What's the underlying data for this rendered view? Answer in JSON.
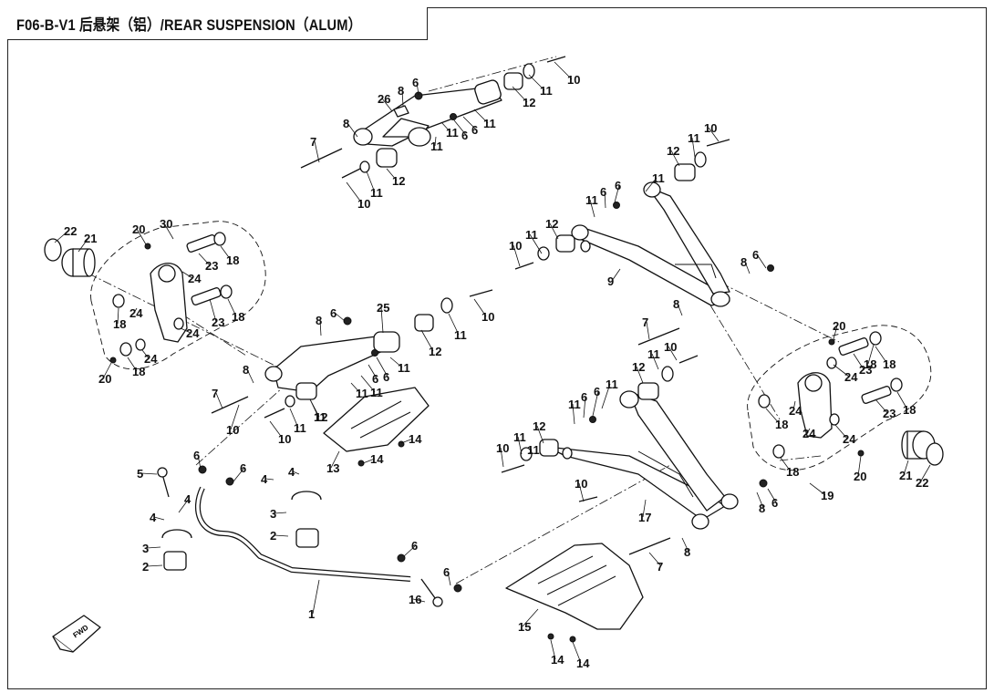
{
  "title": "F06-B-V1 后悬架（铝）/REAR SUSPENSION（ALUM）",
  "fwd_icon_label": "FWD",
  "icons": {
    "fwd": "forward-direction-arrow-icon"
  },
  "callouts": [
    {
      "id": "c-10a",
      "text": "10"
    },
    {
      "id": "c-11a",
      "text": "11"
    },
    {
      "id": "c-12a",
      "text": "12"
    },
    {
      "id": "c-6a",
      "text": "6"
    },
    {
      "id": "c-8a",
      "text": "8"
    },
    {
      "id": "c-26",
      "text": "26"
    },
    {
      "id": "c-8b",
      "text": "8"
    },
    {
      "id": "c-7a",
      "text": "7"
    },
    {
      "id": "c-11b",
      "text": "11"
    },
    {
      "id": "c-6b",
      "text": "6"
    },
    {
      "id": "c-11c",
      "text": "11"
    },
    {
      "id": "c-6c",
      "text": "6"
    },
    {
      "id": "c-11d",
      "text": "11"
    },
    {
      "id": "c-11e",
      "text": "11"
    },
    {
      "id": "c-12b",
      "text": "12"
    },
    {
      "id": "c-10b",
      "text": "10"
    },
    {
      "id": "c-10c",
      "text": "10"
    },
    {
      "id": "c-11f",
      "text": "11"
    },
    {
      "id": "c-12c",
      "text": "12"
    },
    {
      "id": "c-11g",
      "text": "11"
    },
    {
      "id": "c-6d",
      "text": "6"
    },
    {
      "id": "c-6e",
      "text": "6"
    },
    {
      "id": "c-11h",
      "text": "11"
    },
    {
      "id": "c-12d",
      "text": "12"
    },
    {
      "id": "c-11i",
      "text": "11"
    },
    {
      "id": "c-10d",
      "text": "10"
    },
    {
      "id": "c-9",
      "text": "9"
    },
    {
      "id": "c-8c",
      "text": "8"
    },
    {
      "id": "c-6f",
      "text": "6"
    },
    {
      "id": "c-22a",
      "text": "22"
    },
    {
      "id": "c-21a",
      "text": "21"
    },
    {
      "id": "c-20a",
      "text": "20"
    },
    {
      "id": "c-30",
      "text": "30"
    },
    {
      "id": "c-24a",
      "text": "24"
    },
    {
      "id": "c-23a",
      "text": "23"
    },
    {
      "id": "c-18a",
      "text": "18"
    },
    {
      "id": "c-18b",
      "text": "18"
    },
    {
      "id": "c-24b",
      "text": "24"
    },
    {
      "id": "c-23b",
      "text": "23"
    },
    {
      "id": "c-18c",
      "text": "18"
    },
    {
      "id": "c-24c",
      "text": "24"
    },
    {
      "id": "c-24d",
      "text": "24"
    },
    {
      "id": "c-20b",
      "text": "20"
    },
    {
      "id": "c-18d",
      "text": "18"
    },
    {
      "id": "c-25",
      "text": "25"
    },
    {
      "id": "c-6g",
      "text": "6"
    },
    {
      "id": "c-8d",
      "text": "8"
    },
    {
      "id": "c-11j",
      "text": "11"
    },
    {
      "id": "c-10e",
      "text": "10"
    },
    {
      "id": "c-12e",
      "text": "12"
    },
    {
      "id": "c-11k",
      "text": "11"
    },
    {
      "id": "c-11l",
      "text": "11"
    },
    {
      "id": "c-6h",
      "text": "6"
    },
    {
      "id": "c-6i",
      "text": "6"
    },
    {
      "id": "c-11m",
      "text": "11"
    },
    {
      "id": "c-8e",
      "text": "8"
    },
    {
      "id": "c-7b",
      "text": "7"
    },
    {
      "id": "c-10f",
      "text": "10"
    },
    {
      "id": "c-11n",
      "text": "11"
    },
    {
      "id": "c-10g",
      "text": "10"
    },
    {
      "id": "c-11o",
      "text": "11"
    },
    {
      "id": "c-12f",
      "text": "12"
    },
    {
      "id": "c-14a",
      "text": "14"
    },
    {
      "id": "c-13",
      "text": "13"
    },
    {
      "id": "c-14b",
      "text": "14"
    },
    {
      "id": "c-8f",
      "text": "8"
    },
    {
      "id": "c-7c",
      "text": "7"
    },
    {
      "id": "c-10h",
      "text": "10"
    },
    {
      "id": "c-11p",
      "text": "11"
    },
    {
      "id": "c-12g",
      "text": "12"
    },
    {
      "id": "c-11q",
      "text": "11"
    },
    {
      "id": "c-6j",
      "text": "6"
    },
    {
      "id": "c-6k",
      "text": "6"
    },
    {
      "id": "c-11r",
      "text": "11"
    },
    {
      "id": "c-11s",
      "text": "11"
    },
    {
      "id": "c-12h",
      "text": "12"
    },
    {
      "id": "c-10i",
      "text": "10"
    },
    {
      "id": "c-11t",
      "text": "11"
    },
    {
      "id": "c-20c",
      "text": "20"
    },
    {
      "id": "c-18e",
      "text": "18"
    },
    {
      "id": "c-24e",
      "text": "24"
    },
    {
      "id": "c-23c",
      "text": "23"
    },
    {
      "id": "c-18f",
      "text": "18"
    },
    {
      "id": "c-23d",
      "text": "23"
    },
    {
      "id": "c-18g",
      "text": "18"
    },
    {
      "id": "c-24f",
      "text": "24"
    },
    {
      "id": "c-18h",
      "text": "18"
    },
    {
      "id": "c-24g",
      "text": "24"
    },
    {
      "id": "c-24h",
      "text": "24"
    },
    {
      "id": "c-18i",
      "text": "18"
    },
    {
      "id": "c-20d",
      "text": "20"
    },
    {
      "id": "c-21b",
      "text": "21"
    },
    {
      "id": "c-22b",
      "text": "22"
    },
    {
      "id": "c-19",
      "text": "19"
    },
    {
      "id": "c-10j",
      "text": "10"
    },
    {
      "id": "c-17",
      "text": "17"
    },
    {
      "id": "c-8g",
      "text": "8"
    },
    {
      "id": "c-6l",
      "text": "6"
    },
    {
      "id": "c-8h",
      "text": "8"
    },
    {
      "id": "c-7d",
      "text": "7"
    },
    {
      "id": "c-5",
      "text": "5"
    },
    {
      "id": "c-6m",
      "text": "6"
    },
    {
      "id": "c-6n",
      "text": "6"
    },
    {
      "id": "c-4a",
      "text": "4"
    },
    {
      "id": "c-4b",
      "text": "4"
    },
    {
      "id": "c-4c",
      "text": "4"
    },
    {
      "id": "c-4d",
      "text": "4"
    },
    {
      "id": "c-3a",
      "text": "3"
    },
    {
      "id": "c-3b",
      "text": "3"
    },
    {
      "id": "c-2a",
      "text": "2"
    },
    {
      "id": "c-2b",
      "text": "2"
    },
    {
      "id": "c-6o",
      "text": "6"
    },
    {
      "id": "c-6p",
      "text": "6"
    },
    {
      "id": "c-16",
      "text": "16"
    },
    {
      "id": "c-1",
      "text": "1"
    },
    {
      "id": "c-15",
      "text": "15"
    },
    {
      "id": "c-14c",
      "text": "14"
    },
    {
      "id": "c-14d",
      "text": "14"
    }
  ]
}
